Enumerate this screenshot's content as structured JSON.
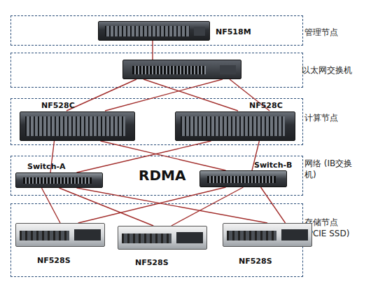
{
  "diagram": {
    "nodes": [
      {
        "text": [
          "管理节点"
        ]
      },
      {
        "text": [
          "NF518M"
        ],
        "in": 0
      },
      {
        "text": [
          "以太网交换机"
        ]
      },
      {
        "text": [
          "计算节点"
        ]
      },
      {
        "text": [
          "NF528C"
        ],
        "in": 3
      },
      {
        "text": [
          "NF528C"
        ],
        "in": 3
      },
      {
        "text": [
          "网络 (IB交换机)"
        ]
      },
      {
        "text": [
          "Switch-A"
        ],
        "in": 6
      },
      {
        "text": [
          "Switch-B"
        ],
        "in": 6
      },
      {
        "text": [
          "存储节点 (PCIE SSD)"
        ]
      },
      {
        "text": [
          "NF528S"
        ],
        "in": 9
      },
      {
        "text": [
          "NF528S"
        ],
        "in": 9
      },
      {
        "text": [
          "NF528S"
        ],
        "in": 9
      }
    ],
    "edges": [
      {
        "from": 4,
        "to": 7,
        "arrow": "none"
      },
      {
        "from": 4,
        "to": 8,
        "arrow": "none"
      },
      {
        "from": 5,
        "to": 7,
        "arrow": "none"
      },
      {
        "from": 5,
        "to": 8,
        "arrow": "none"
      },
      {
        "from": 7,
        "to": 10,
        "arrow": "none"
      },
      {
        "from": 7,
        "to": 11,
        "arrow": "none"
      },
      {
        "from": 7,
        "to": 12,
        "arrow": "none"
      },
      {
        "from": 8,
        "to": 10,
        "arrow": "none"
      },
      {
        "from": 8,
        "to": 11,
        "arrow": "none"
      },
      {
        "from": 8,
        "to": 12,
        "arrow": "none"
      }
    ],
    "labels": [
      "RDMA"
    ]
  }
}
